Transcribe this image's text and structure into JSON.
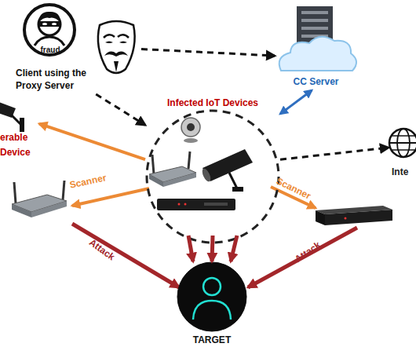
{
  "diagram": {
    "nodes": [
      {
        "text": [
          "fraud",
          "Client using the Proxy Server"
        ]
      },
      {
        "text": [
          "CC Server"
        ]
      },
      {
        "text": [
          "Infected IoT Devices"
        ]
      },
      {
        "text": [
          "Inte"
        ]
      },
      {
        "text": [
          "erable Device"
        ]
      },
      {
        "text": [
          "TARGET"
        ]
      }
    ],
    "edges": [
      {
        "from": 0,
        "to": 1,
        "arrow": "to"
      },
      {
        "from": 0,
        "to": 2,
        "arrow": "to"
      },
      {
        "from": 1,
        "to": 2,
        "arrow": "both"
      },
      {
        "from": 2,
        "to": 3,
        "arrow": "to"
      },
      {
        "from": 2,
        "to": 4,
        "arrow": "to"
      },
      {
        "from": 2,
        "to": 5,
        "arrow": "to"
      },
      {
        "from": 2,
        "to": 5,
        "arrow": "to"
      },
      {
        "from": 2,
        "to": 5,
        "arrow": "to"
      }
    ],
    "labels": [
      "Scanner",
      "Scanner",
      "Attack",
      "Attack"
    ]
  }
}
